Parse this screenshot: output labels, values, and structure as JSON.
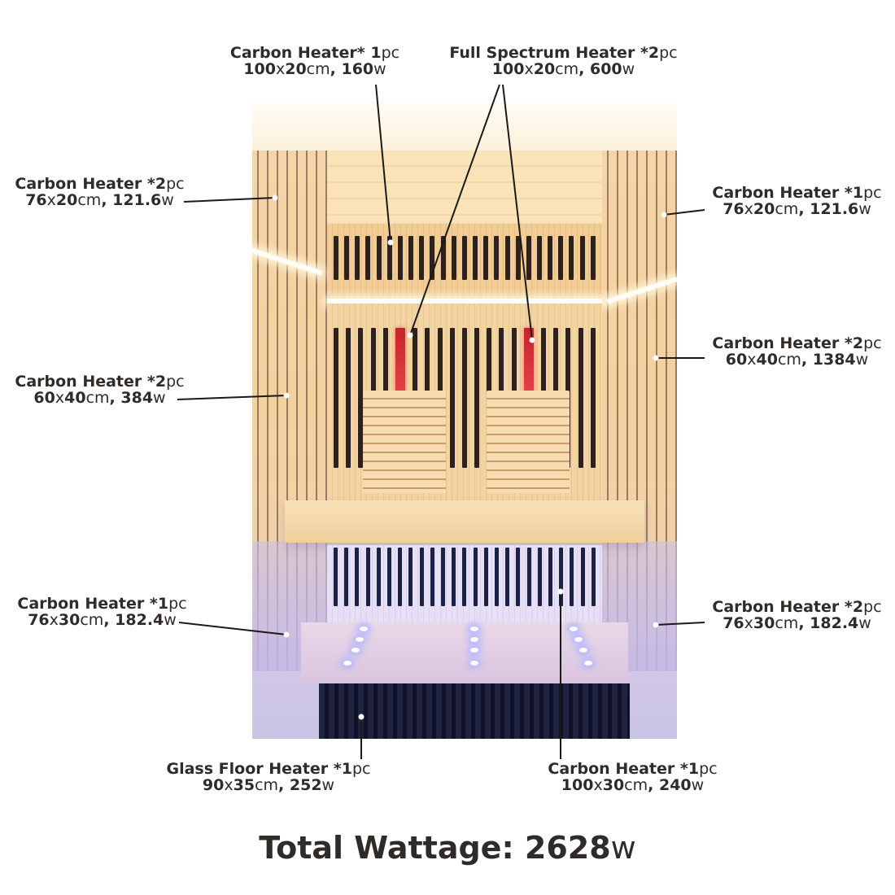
{
  "diagram": {
    "subject": "Infrared sauna heater layout",
    "heaters": [
      {
        "id": "top_back",
        "type": "Carbon Heater",
        "qty_prefix": "* ",
        "qty": "1",
        "unit": "pc",
        "size_num_a": "100",
        "size_x": "x",
        "size_num_b": "20",
        "size_unit": "cm",
        "sep": ", ",
        "watt": "160",
        "watt_unit": "w"
      },
      {
        "id": "full_spectrum",
        "type": "Full Spectrum Heater",
        "qty_prefix": " *",
        "qty": "2",
        "unit": "pc",
        "size_num_a": "100",
        "size_x": "x",
        "size_num_b": "20",
        "size_unit": "cm",
        "sep": ", ",
        "watt": "600",
        "watt_unit": "w"
      },
      {
        "id": "upper_left",
        "type": "Carbon Heater",
        "qty_prefix": " *",
        "qty": "2",
        "unit": "pc",
        "size_num_a": "76",
        "size_x": "x",
        "size_num_b": "20",
        "size_unit": "cm",
        "sep": ", ",
        "watt": "121.6",
        "watt_unit": "w"
      },
      {
        "id": "upper_right",
        "type": "Carbon Heater",
        "qty_prefix": " *",
        "qty": "1",
        "unit": "pc",
        "size_num_a": "76",
        "size_x": "x",
        "size_num_b": "20",
        "size_unit": "cm",
        "sep": ", ",
        "watt": "121.6",
        "watt_unit": "w"
      },
      {
        "id": "mid_left",
        "type": "Carbon Heater",
        "qty_prefix": " *",
        "qty": "2",
        "unit": "pc",
        "size_num_a": "60",
        "size_x": "x",
        "size_num_b": "40",
        "size_unit": "cm",
        "sep": ", ",
        "watt": "384",
        "watt_unit": "w"
      },
      {
        "id": "mid_right",
        "type": "Carbon Heater",
        "qty_prefix": " *",
        "qty": "2",
        "unit": "pc",
        "size_num_a": "60",
        "size_x": "x",
        "size_num_b": "40",
        "size_unit": "cm",
        "sep": ", ",
        "watt": "1384",
        "watt_unit": "w"
      },
      {
        "id": "low_left",
        "type": "Carbon Heater",
        "qty_prefix": " *",
        "qty": "1",
        "unit": "pc",
        "size_num_a": "76",
        "size_x": "x",
        "size_num_b": "30",
        "size_unit": "cm",
        "sep": ", ",
        "watt": "182.4",
        "watt_unit": "w"
      },
      {
        "id": "low_right",
        "type": "Carbon Heater",
        "qty_prefix": " *",
        "qty": "2",
        "unit": "pc",
        "size_num_a": "76",
        "size_x": "x",
        "size_num_b": "30",
        "size_unit": "cm",
        "sep": ", ",
        "watt": "182.4",
        "watt_unit": "w"
      },
      {
        "id": "glass_floor",
        "type": "Glass Floor Heater",
        "qty_prefix": " *",
        "qty": "1",
        "unit": "pc",
        "size_num_a": "90",
        "size_x": "x",
        "size_num_b": "35",
        "size_unit": "cm",
        "sep": ", ",
        "watt": "252",
        "watt_unit": "w"
      },
      {
        "id": "under_bench",
        "type": "Carbon Heater",
        "qty_prefix": " *",
        "qty": "1",
        "unit": "pc",
        "size_num_a": "100",
        "size_x": "x",
        "size_num_b": "30",
        "size_unit": "cm",
        "sep": ", ",
        "watt": "240",
        "watt_unit": "w"
      }
    ],
    "total": {
      "label": "Total Wattage: ",
      "value": "2628",
      "unit": "w"
    },
    "colors": {
      "text": "#2f2b29",
      "leader": "#1a1a1a",
      "wood": "#f3d2a2",
      "vent": "#2d211d",
      "infrared": "#e9434a",
      "led_blue": "#b7b6ff"
    }
  }
}
